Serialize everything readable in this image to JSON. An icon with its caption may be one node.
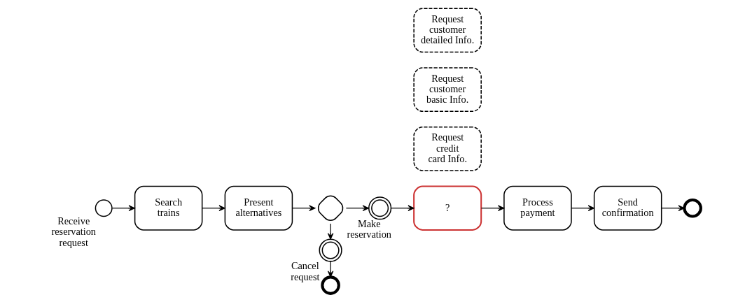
{
  "diagram": {
    "nodes": [
      {
        "text": [],
        "shape": "circle",
        "beside": [
          "Receive reservation request"
        ]
      },
      {
        "text": [
          "Search trains"
        ]
      },
      {
        "text": [
          "Present alternatives"
        ]
      },
      {
        "text": [],
        "shape": "diamond"
      },
      {
        "text": [],
        "shape": "circle",
        "beside": [
          "Cancel request"
        ]
      },
      {
        "text": [],
        "shape": "circle"
      },
      {
        "text": [],
        "shape": "circle",
        "beside": [
          "Make reservation"
        ]
      },
      {
        "text": [
          "?"
        ]
      },
      {
        "text": [
          "Process payment"
        ]
      },
      {
        "text": [
          "Send confirmation"
        ]
      },
      {
        "text": [],
        "shape": "circle"
      },
      {
        "text": [
          "Request customer detailed Info."
        ]
      },
      {
        "text": [
          "Request customer basic Info."
        ]
      },
      {
        "text": [
          "Request credit card Info."
        ]
      }
    ],
    "edges": [
      {
        "from": 0,
        "to": 1,
        "arrow": "to"
      },
      {
        "from": 1,
        "to": 2,
        "arrow": "to"
      },
      {
        "from": 2,
        "to": 3,
        "arrow": "to"
      },
      {
        "from": 3,
        "to": 4,
        "arrow": "to"
      },
      {
        "from": 4,
        "to": 5,
        "arrow": "to"
      },
      {
        "from": 3,
        "to": 6,
        "arrow": "to"
      },
      {
        "from": 6,
        "to": 7,
        "arrow": "to"
      },
      {
        "from": 7,
        "to": 8,
        "arrow": "to"
      },
      {
        "from": 8,
        "to": 9,
        "arrow": "to"
      },
      {
        "from": 9,
        "to": 10,
        "arrow": "to"
      }
    ]
  }
}
